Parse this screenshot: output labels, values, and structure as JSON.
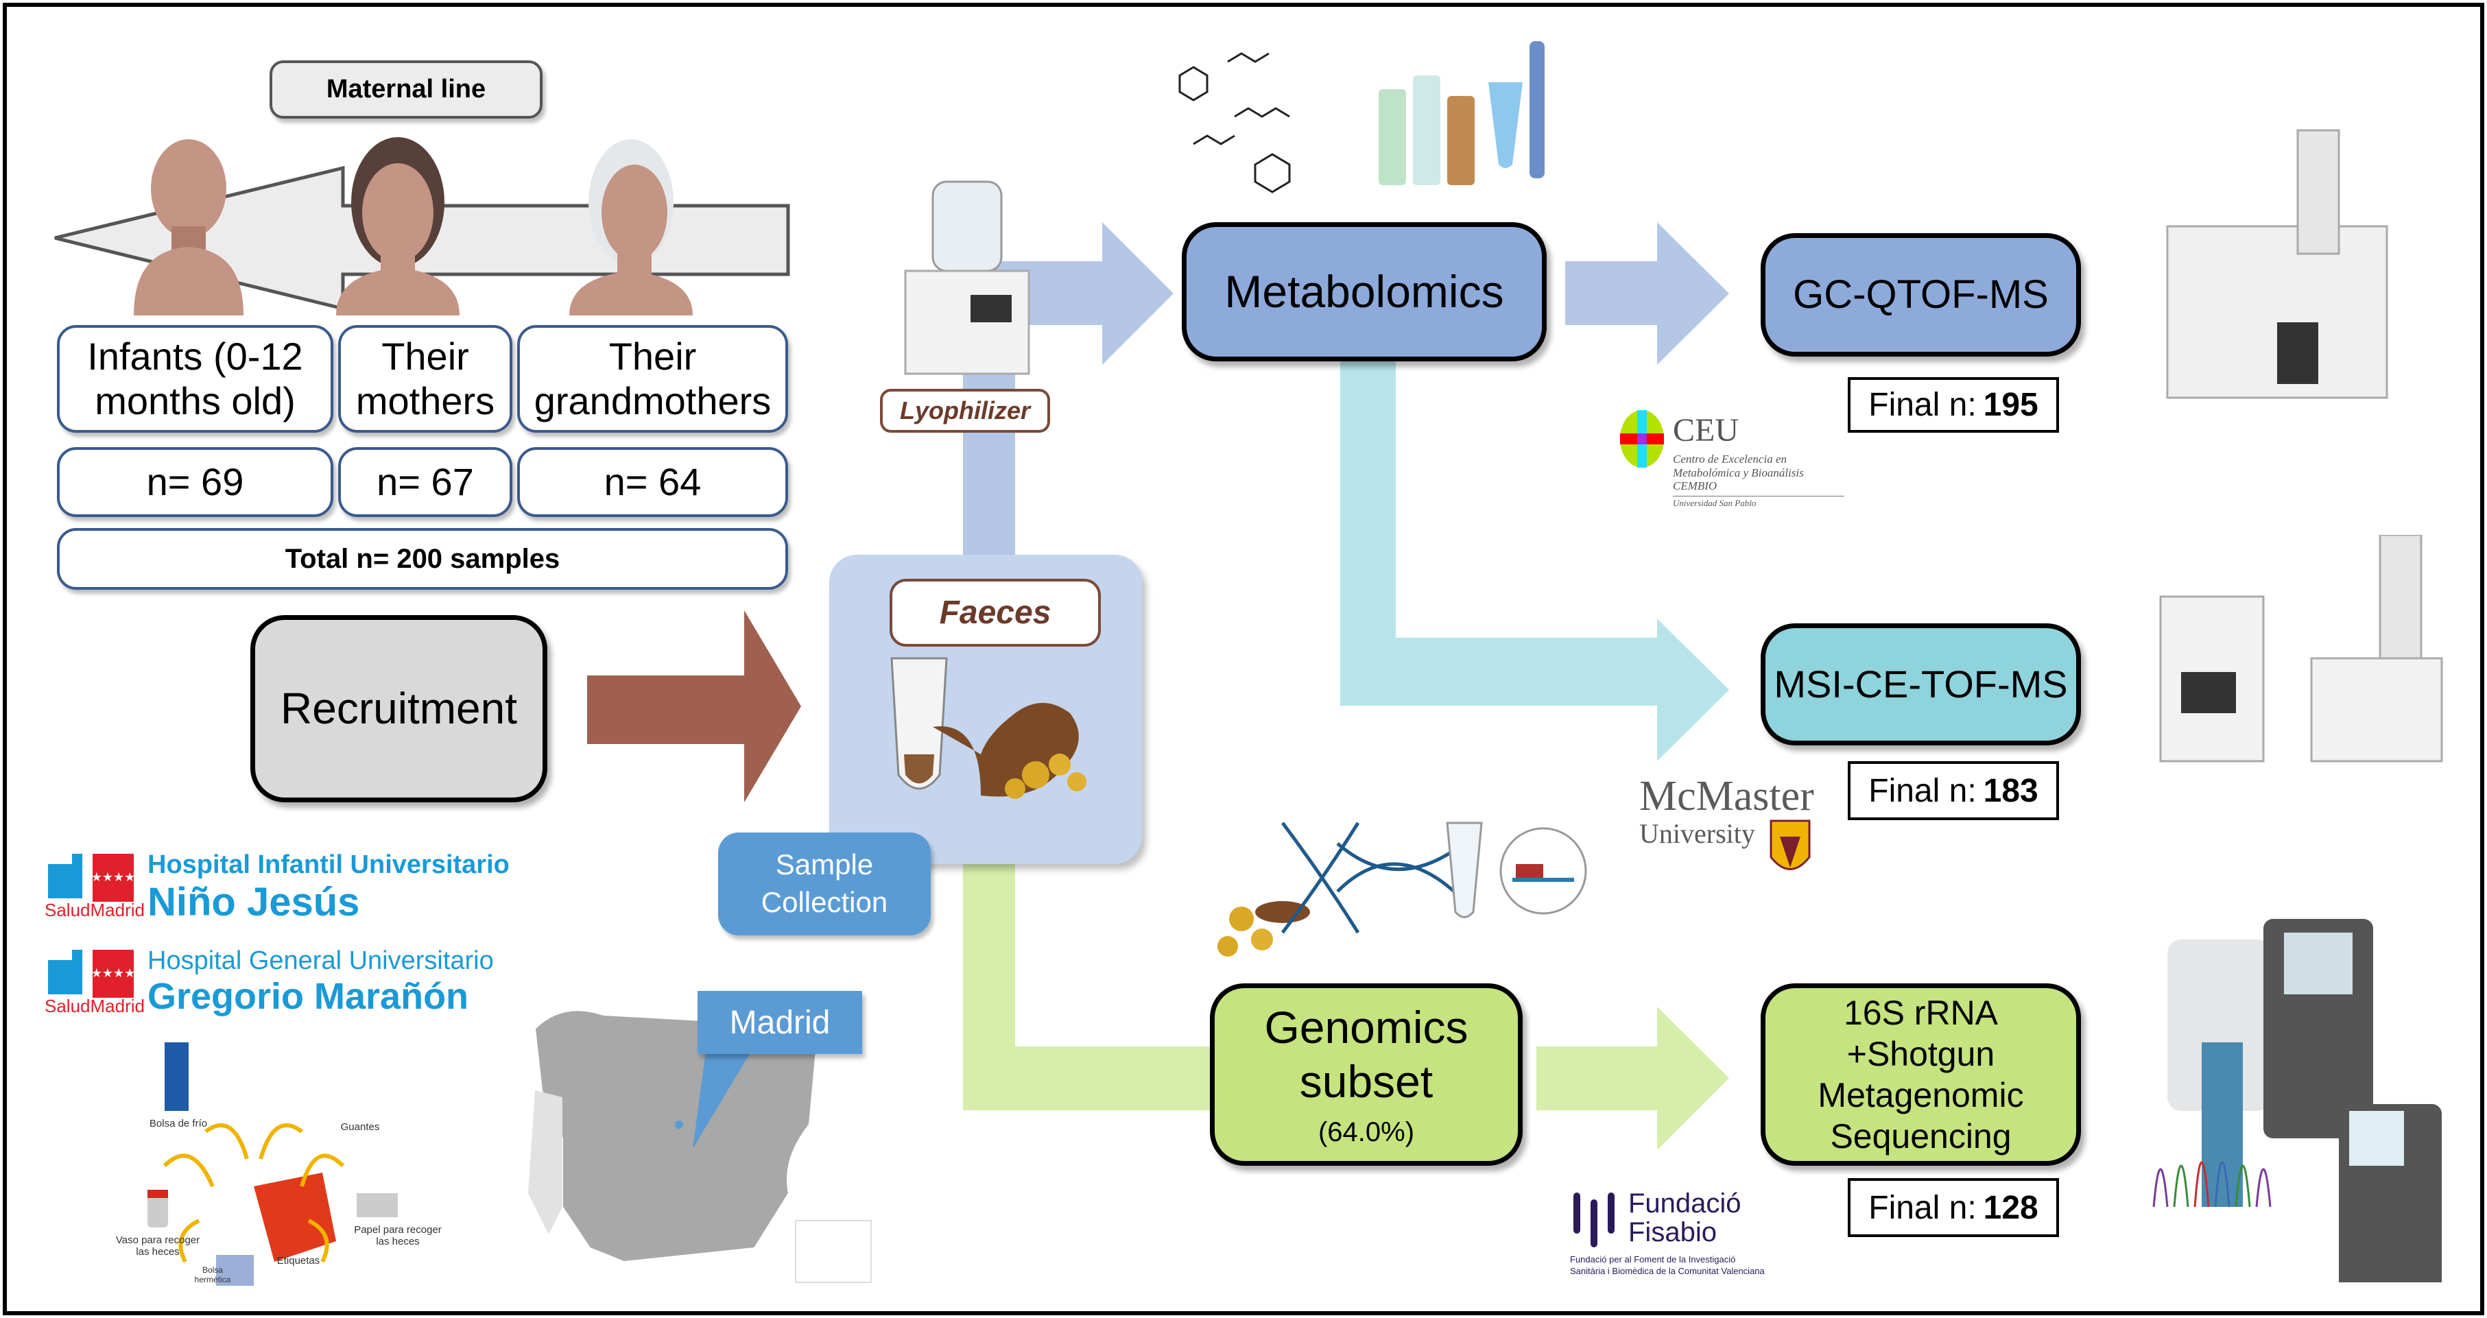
{
  "maternal_line": "Maternal line",
  "groups": [
    {
      "label": "Infants (0-12 months old)",
      "n": "n= 69"
    },
    {
      "label": "Their mothers",
      "n": "n= 67"
    },
    {
      "label": "Their grandmothers",
      "n": "n= 64"
    }
  ],
  "total": "Total n= 200 samples",
  "recruitment": "Recruitment",
  "faeces": "Faeces",
  "sample_collection": "Sample Collection",
  "lyophilizer": "Lyophilizer",
  "metabolomics": "Metabolomics",
  "genomics": {
    "title": "Genomics subset",
    "pct": "(64.0%)"
  },
  "platforms": [
    {
      "name": "GC-QTOF-MS",
      "final_label": "Final n:",
      "final_n": "195",
      "color": "#8eaadb"
    },
    {
      "name": "MSI-CE-TOF-MS",
      "final_label": "Final n:",
      "final_n": "183",
      "color": "#8fd3dc"
    },
    {
      "name": "16S rRNA +Shotgun Metagenomic Sequencing",
      "final_label": "Final n:",
      "final_n": "128",
      "color": "#c5e37f"
    }
  ],
  "hospitals": [
    {
      "line1": "Hospital Infantil Universitario",
      "line2": "Niño Jesús",
      "brand": "SaludMadrid"
    },
    {
      "line1": "Hospital General Universitario",
      "line2": "Gregorio Marañón",
      "brand": "SaludMadrid"
    }
  ],
  "kit_items": [
    "Bolsa de frío",
    "Guantes",
    "Vaso para recoger las heces",
    "Papel para recoger las heces",
    "Bolsa hermética",
    "Etiquetas"
  ],
  "map_label": "Madrid",
  "logos": {
    "ceu": {
      "name": "CEU",
      "line1": "Centro de Excelencia en",
      "line2": "Metabolómica y Bioanálisis",
      "line3": "CEMBIO",
      "line4": "Universidad San Pablo"
    },
    "mcmaster": {
      "line1": "McMaster",
      "line2": "University"
    },
    "fisabio": {
      "line1": "Fundació",
      "line2": "Fisabio",
      "sub1": "Fundació per al Foment de la Investigació",
      "sub2": "Sanitària i Biomèdica de la Comunitat Valenciana"
    }
  },
  "colors": {
    "metabolomics": "#8eaadb",
    "msi": "#8fd3dc",
    "genomics": "#c5e37f",
    "recruitment_arrow": "#a0604f",
    "faeces_panel": "#c5d5ee",
    "sample_collection": "#5b9bd5"
  }
}
